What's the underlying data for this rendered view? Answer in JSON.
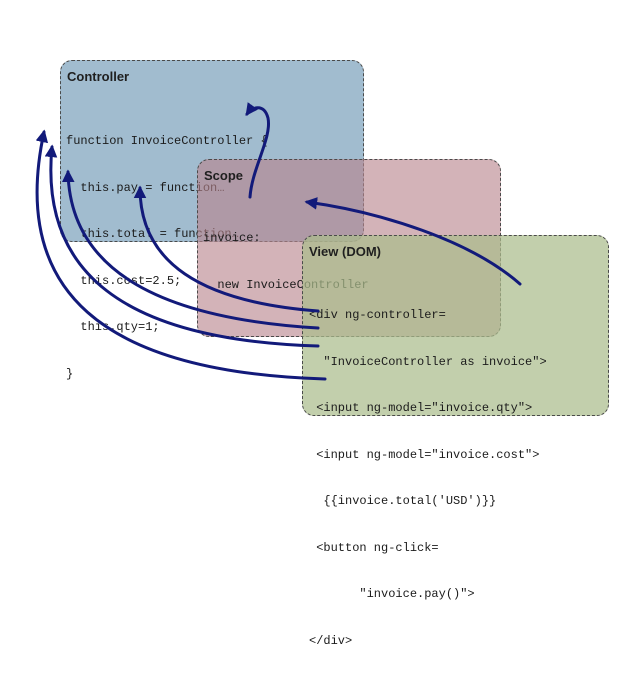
{
  "controller": {
    "title": "Controller",
    "lines": [
      "function InvoiceController {",
      "  this.pay = function…",
      "  this.total = function…",
      "  this.cost=2.5;",
      "  this.qty=1;",
      "}"
    ]
  },
  "scope": {
    "title": "Scope",
    "lines": [
      "invoice:",
      "  new InvoiceController"
    ]
  },
  "view": {
    "title": "View (DOM)",
    "lines": [
      "<div ng-controller=",
      "  \"InvoiceController as invoice\">",
      " <input ng-model=\"invoice.qty\">",
      " <input ng-model=\"invoice.cost\">",
      "  {{invoice.total('USD')}}",
      " <button ng-click=",
      "       \"invoice.pay()\">",
      "</div>"
    ]
  },
  "colors": {
    "controller_bg": "#82a6bf",
    "scope_bg": "#b8848c",
    "view_bg": "#aabd8c",
    "arrow": "#121a7a"
  }
}
